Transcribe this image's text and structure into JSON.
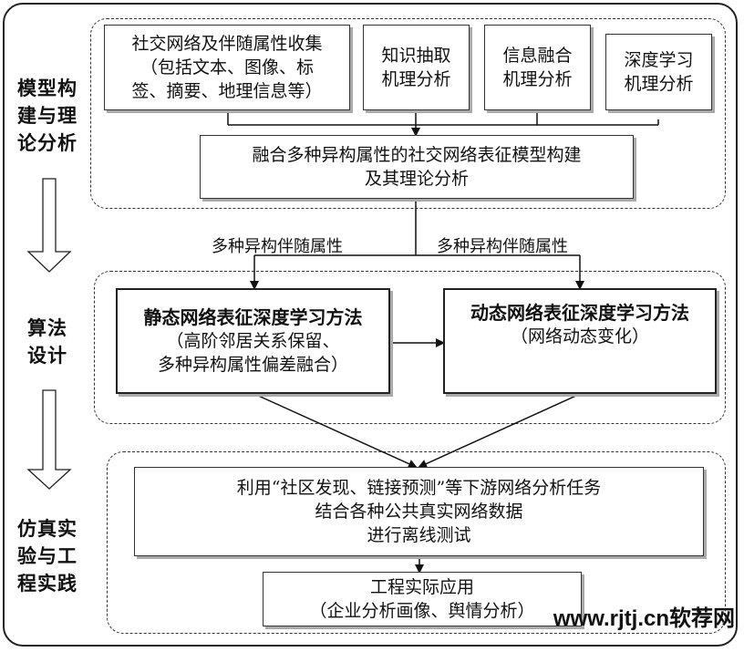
{
  "stages": {
    "s1": "模型构建与理论分析",
    "s1_lines": [
      "模型构",
      "建与理",
      "论分析"
    ],
    "s2_lines": [
      "算法",
      "设计"
    ],
    "s3_lines": [
      "仿真实",
      "验与工",
      "程实践"
    ]
  },
  "boxes": {
    "collect": [
      "社交网络及伴随属性收集",
      "（包括文本、图像、标",
      "签、摘要、地理信息等）"
    ],
    "extract": [
      "知识抽取",
      "机理分析"
    ],
    "fusion": [
      "信息融合",
      "机理分析"
    ],
    "deep": [
      "深度学习",
      "机理分析"
    ],
    "model": [
      "融合多种异构属性的社交网络表征模型构建",
      "及其理论分析"
    ],
    "static_title": "静态网络表征深度学习方法",
    "static_sub": [
      "（高阶邻居关系保留、",
      "多种异构属性偏差融合）"
    ],
    "dynamic_title": "动态网络表征深度学习方法",
    "dynamic_sub": [
      "（网络动态变化）"
    ],
    "test": [
      "利用“社区发现、链接预测”等下游网络分析任务",
      "结合各种公共真实网络数据",
      "进行离线测试"
    ],
    "app": [
      "工程实际应用",
      "（企业分析画像、舆情分析）"
    ]
  },
  "edge_labels": {
    "left": "多种异构伴随属性",
    "right": "多种异构伴随属性"
  },
  "watermark": "www.rjtj.cn软荐网"
}
